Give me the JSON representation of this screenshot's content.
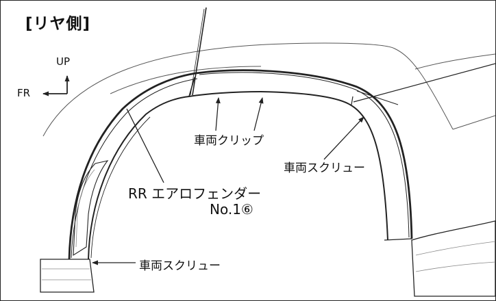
{
  "title": "[リヤ側]",
  "directions": {
    "up": "UP",
    "front": "FR"
  },
  "callouts": {
    "vehicle_clip": "車両クリップ",
    "vehicle_screw_upper": "車両スクリュー",
    "part_name_line1": "RR エアロフェンダー",
    "part_name_line2": "No.1⑥",
    "vehicle_screw_lower": "車両スクリュー"
  },
  "colors": {
    "line": "#222222",
    "background": "#ffffff"
  }
}
